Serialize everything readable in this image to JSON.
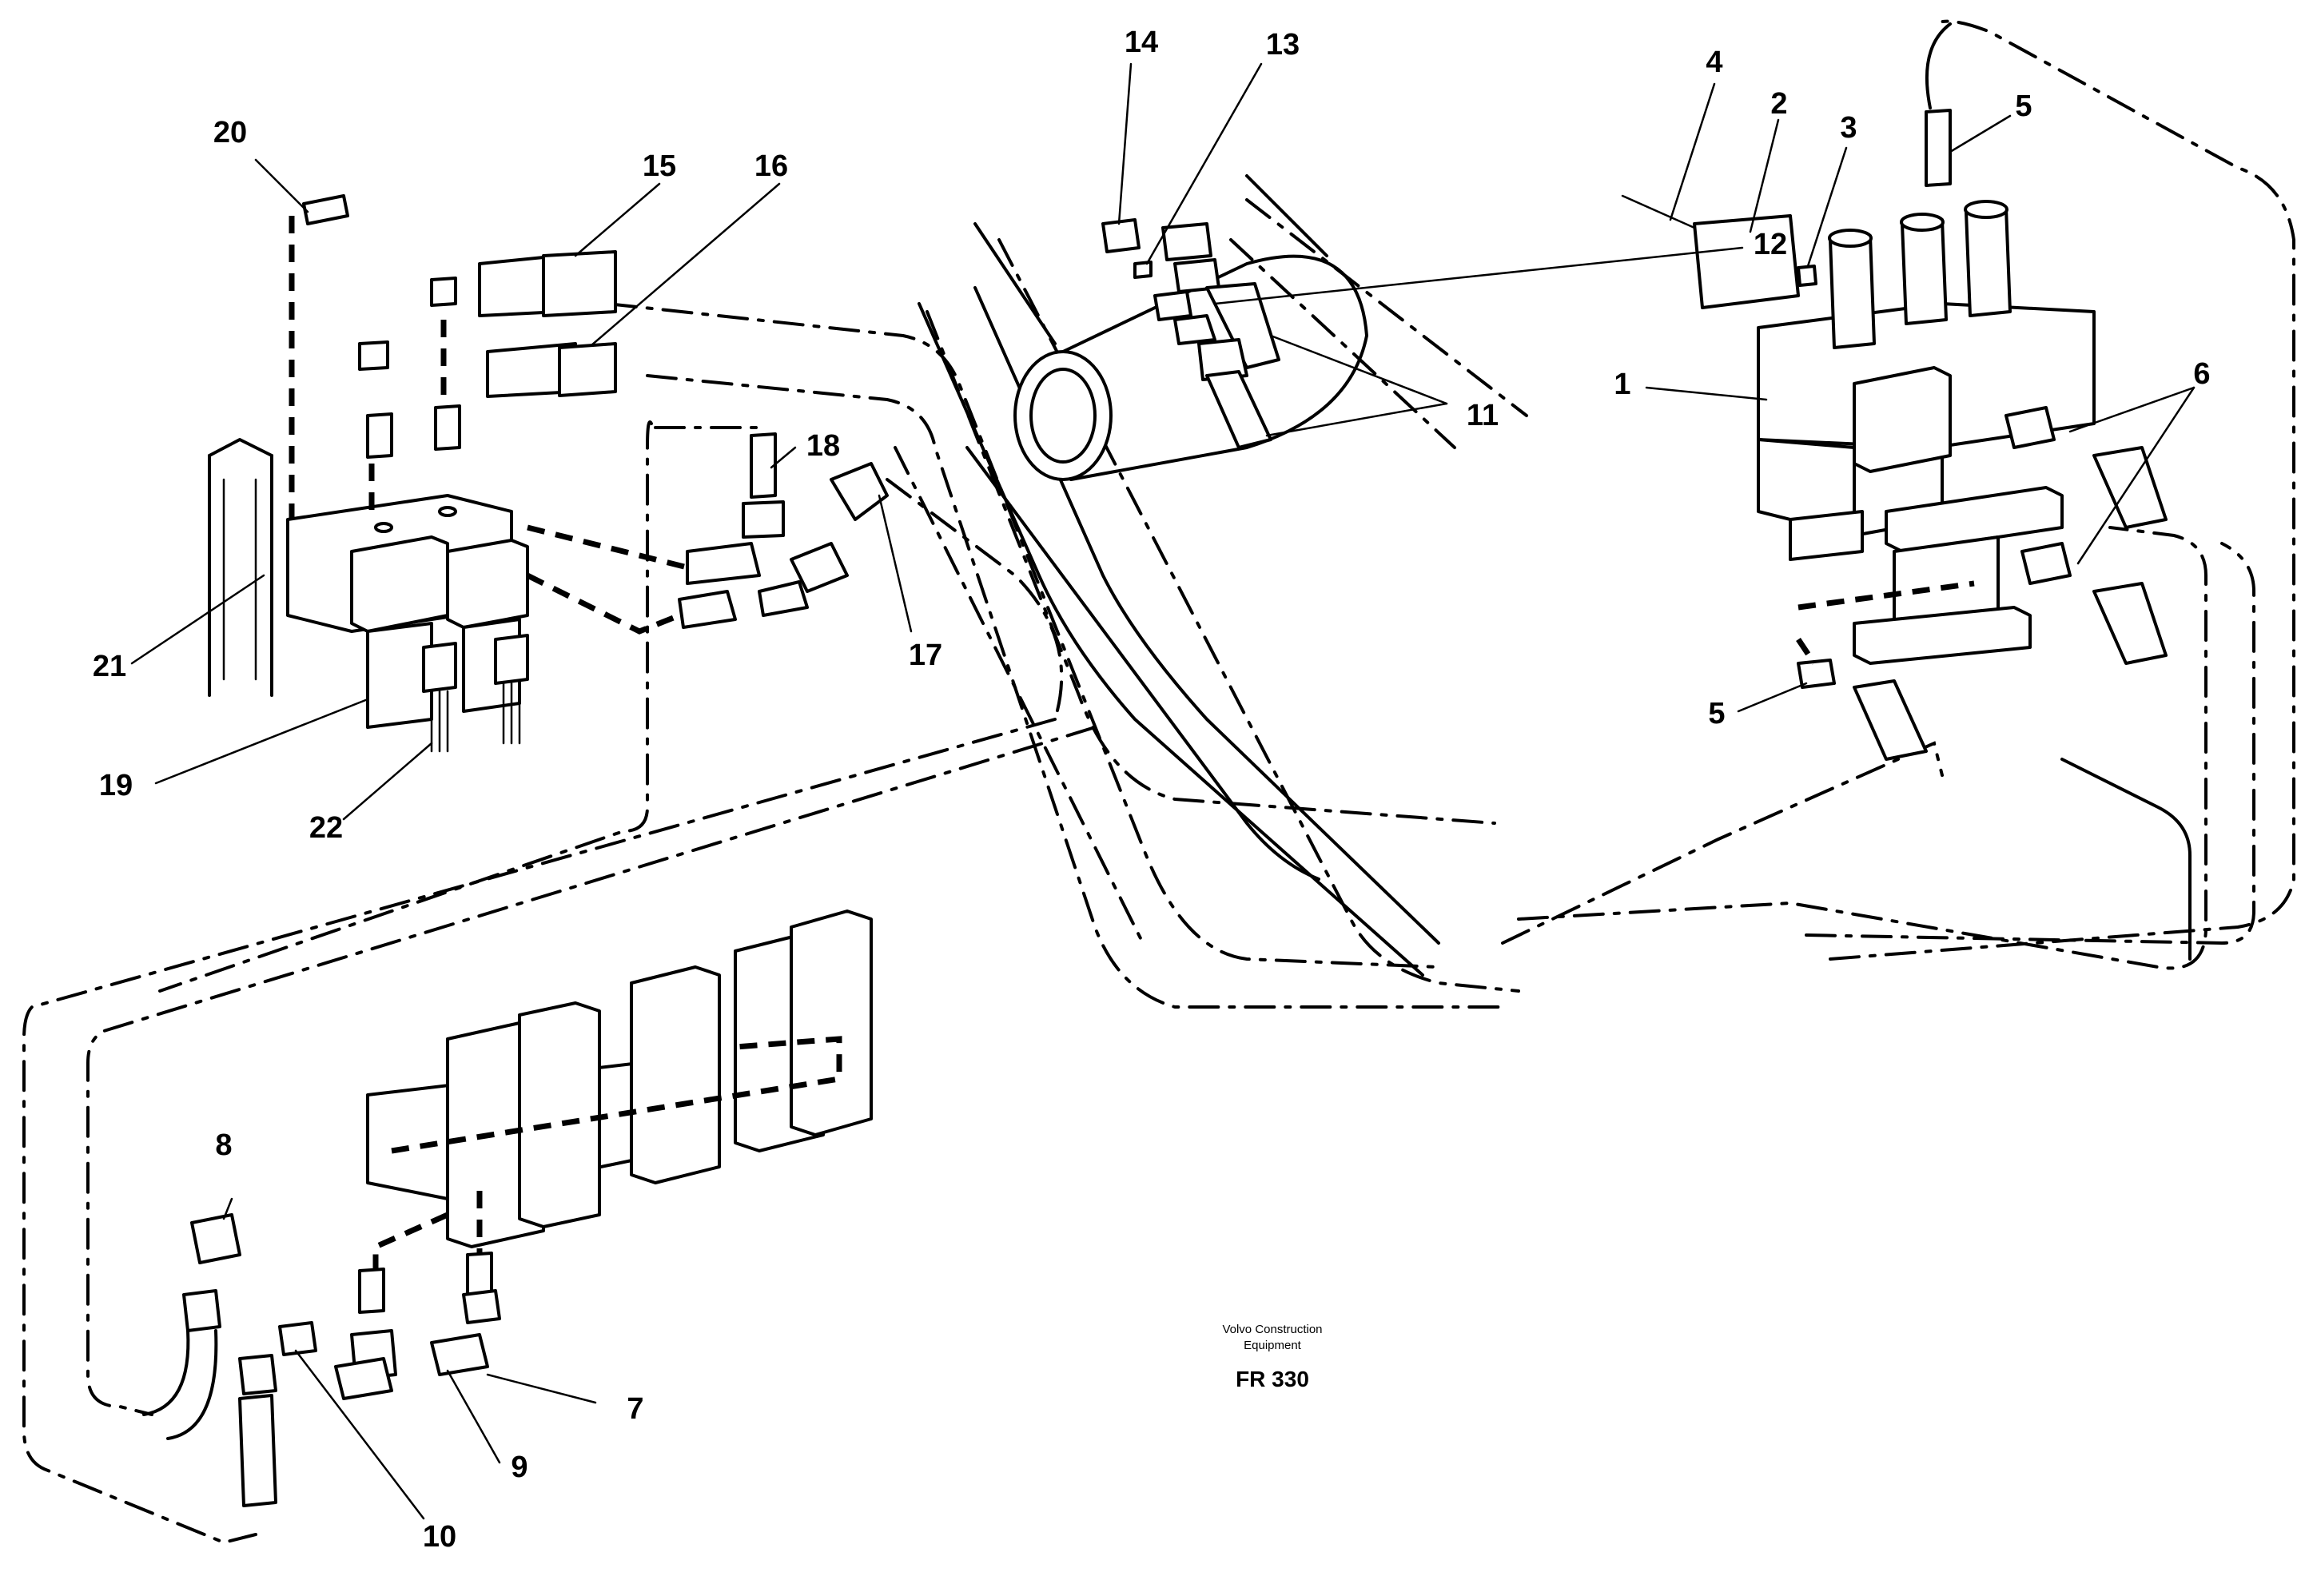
{
  "caption": {
    "line1": "Volvo Construction",
    "line2": "Equipment",
    "code": "FR 330"
  },
  "callouts": [
    {
      "id": "1",
      "text": "1"
    },
    {
      "id": "2",
      "text": "2"
    },
    {
      "id": "3",
      "text": "3"
    },
    {
      "id": "4",
      "text": "4"
    },
    {
      "id": "5a",
      "text": "5"
    },
    {
      "id": "5b",
      "text": "5"
    },
    {
      "id": "6",
      "text": "6"
    },
    {
      "id": "7",
      "text": "7"
    },
    {
      "id": "8",
      "text": "8"
    },
    {
      "id": "9",
      "text": "9"
    },
    {
      "id": "10",
      "text": "10"
    },
    {
      "id": "11",
      "text": "11"
    },
    {
      "id": "12",
      "text": "12"
    },
    {
      "id": "13",
      "text": "13"
    },
    {
      "id": "14",
      "text": "14"
    },
    {
      "id": "15",
      "text": "15"
    },
    {
      "id": "16",
      "text": "16"
    },
    {
      "id": "17",
      "text": "17"
    },
    {
      "id": "18",
      "text": "18"
    },
    {
      "id": "19",
      "text": "19"
    },
    {
      "id": "20",
      "text": "20"
    },
    {
      "id": "21",
      "text": "21"
    },
    {
      "id": "22",
      "text": "22"
    }
  ]
}
